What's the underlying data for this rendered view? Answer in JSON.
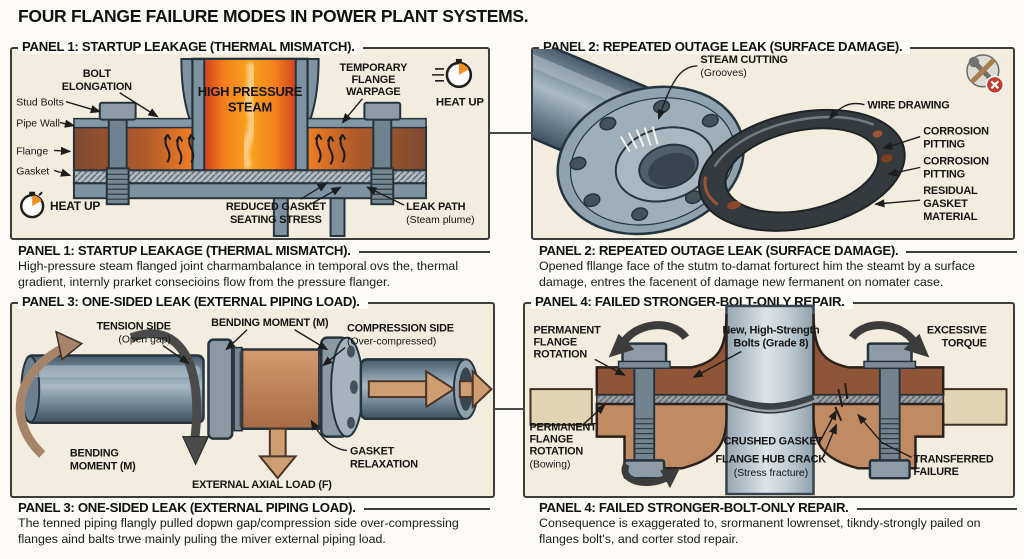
{
  "title": "FOUR FLANGE FAILURE MODES IN POWER PLANT SYSTEMS.",
  "icons": {
    "heat_up": "stopwatch-icon",
    "failed_repair": "crossed-tools-with-red-x-icon"
  },
  "colors": {
    "panel_bg": "#f2edde",
    "steam_orange": "#f6921e",
    "hot_red": "#d9491f",
    "metal_blue": "#7d93a1",
    "metal_dark": "#27333c",
    "copper": "#b07a5a",
    "flange_brown": "#8f5538",
    "flange_light_brown": "#c08a62",
    "tan_arrow": "#cf9d72",
    "dark_arrow": "#3c3c3c",
    "red_badge": "#c43b2f"
  },
  "panels": [
    {
      "header": "PANEL 1: STARTUP LEAKAGE (THERMAL MISMATCH).",
      "caption_body": "High-pressure steam flanged joint charmambalance in temporal ovs the, thermal gradient, internly prarket consecioins flow from the pressure flanger.",
      "labels": {
        "bolt_elongation": [
          "BOLT",
          "ELONGATION"
        ],
        "stud_bolts": "Stud Bolts",
        "pipe_wall": "Pipe Wall",
        "flange": "Flange",
        "gasket": "Gasket",
        "heat_up_left": "HEAT UP",
        "high_pressure_steam": [
          "HIGH PRESSURE",
          "STEAM"
        ],
        "temporary_flange_warpage": [
          "TEMPORARY",
          "FLANGE",
          "WARPAGE"
        ],
        "heat_up_right": "HEAT UP",
        "reduced_gasket": [
          "REDUCED GASKET",
          "SEATING STRESS"
        ],
        "leak_path": [
          "LEAK PATH",
          "(Steam plume)"
        ]
      }
    },
    {
      "header": "PANEL 2: REPEATED OUTAGE LEAK (SURFACE DAMAGE).",
      "caption_body": "Opened fllange face of the stutm to-damat forturect him the steamt by a surface damage, entres the facenent of damage new fermanent on nomater case.",
      "labels": {
        "steam_cutting": [
          "STEAM CUTTING",
          "(Grooves)"
        ],
        "wire_drawing": "WIRE DRAWING",
        "corrosion_pitting_1": [
          "CORROSION",
          "PITTING"
        ],
        "corrosion_pitting_2": [
          "CORROSION",
          "PITTING"
        ],
        "residual_gasket": [
          "RESIDUAL",
          "GASKET",
          "MATERIAL"
        ]
      }
    },
    {
      "header": "PANEL 3: ONE-SIDED LEAK (EXTERNAL PIPING LOAD).",
      "caption_body": "The tenned piping flangly pulled dopwn gap/compression side over-compressing flanges aind balts trwe mainly puling the miver external piping load.",
      "labels": {
        "tension_side": [
          "TENSION SIDE",
          "(Open gap)"
        ],
        "bending_moment_top": "BENDING MOMENT (M)",
        "compression_side": [
          "COMPRESSION SIDE",
          "(Over-compressed)"
        ],
        "bending_moment_bottom": [
          "BENDING",
          "MOMENT (M)"
        ],
        "gasket_relaxation": [
          "GASKET",
          "RELAXATION"
        ],
        "external_axial_load": "EXTERNAL AXIAL LOAD (F)"
      }
    },
    {
      "header": "PANEL 4: FAILED STRONGER-BOLT-ONLY REPAIR.",
      "caption_body": "Consequence is exaggerated to, srormanent lowrenset, tikndy-strongly pailed on flanges bolt's, and corter stod repair.",
      "labels": {
        "permanent_rotation_top": [
          "PERMANENT",
          "FLANGE",
          "ROTATION"
        ],
        "new_bolts": [
          "New, High-Strength",
          "Bolts (Grade 8)"
        ],
        "excessive_torque": [
          "EXCESSIVE",
          "TORQUE"
        ],
        "permanent_rotation_bottom": [
          "PERMANENT",
          "FLANGE",
          "ROTATION",
          "(Bowing)"
        ],
        "crushed_gasket": "CRUSHED GASKET",
        "flange_hub_crack": [
          "FLANGE HUB CRACK",
          "(Stress fracture)"
        ],
        "transferred_failure": [
          "TRANSFERRED",
          "FAILURE"
        ]
      }
    }
  ]
}
